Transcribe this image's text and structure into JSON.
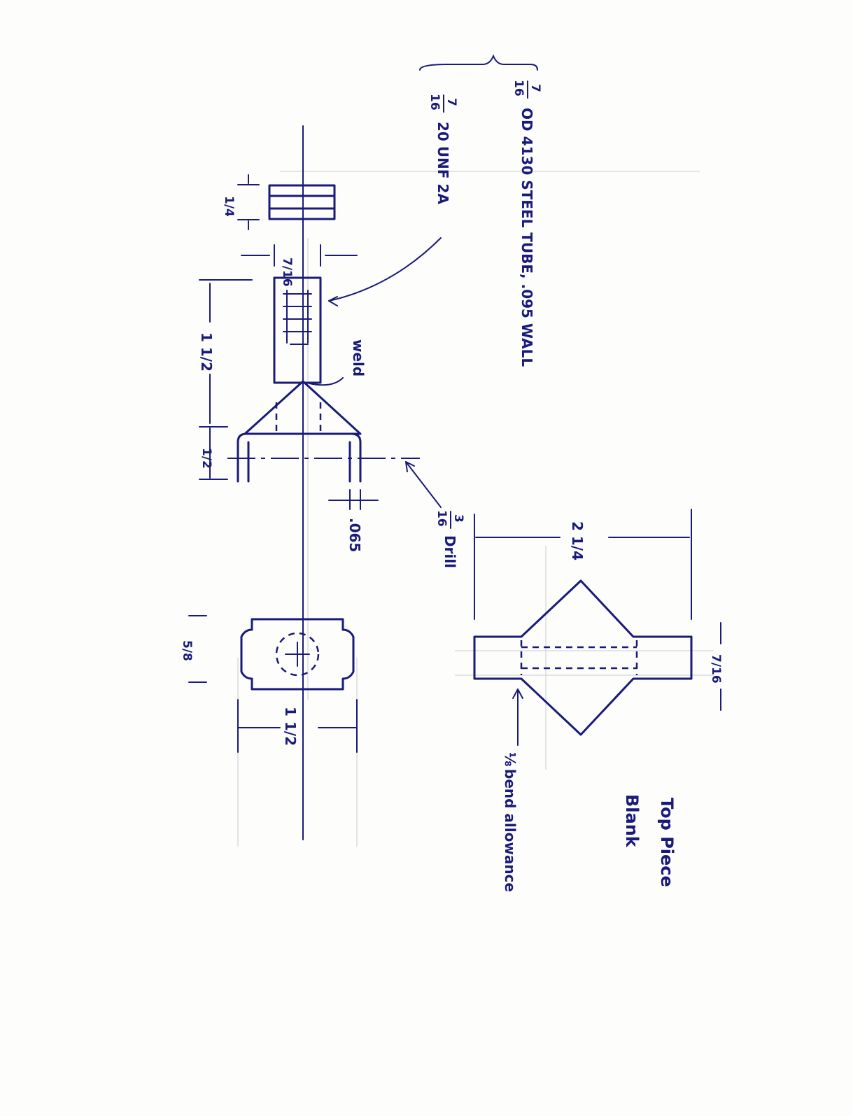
{
  "notes": {
    "tube_fraction_num": "7",
    "tube_fraction_den": "16",
    "tube_spec": "OD 4130 STEEL TUBE, .095 WALL",
    "thread_fraction_num": "7",
    "thread_fraction_den": "16",
    "thread_spec": "20 UNF 2A",
    "weld": "weld",
    "drill_fraction_num": "3",
    "drill_fraction_den": "16",
    "drill": "Drill",
    "bend_fraction": "⅛",
    "bend": "bend allowance",
    "blank_title_1": "Top Piece",
    "blank_title_2": "Blank"
  },
  "dimensions": {
    "washer_thk": "1/4",
    "tube_od": "7/16",
    "thread_len": "1 1/2",
    "flange_len": "1/2",
    "wall": ".065",
    "blank_length": "2 1/4",
    "blank_width": "7/16",
    "tab_width": "5/8",
    "tab_length": "1 1/2"
  },
  "colors": {
    "ink": "#1a1a7a",
    "paper": "#fdfdfb"
  }
}
